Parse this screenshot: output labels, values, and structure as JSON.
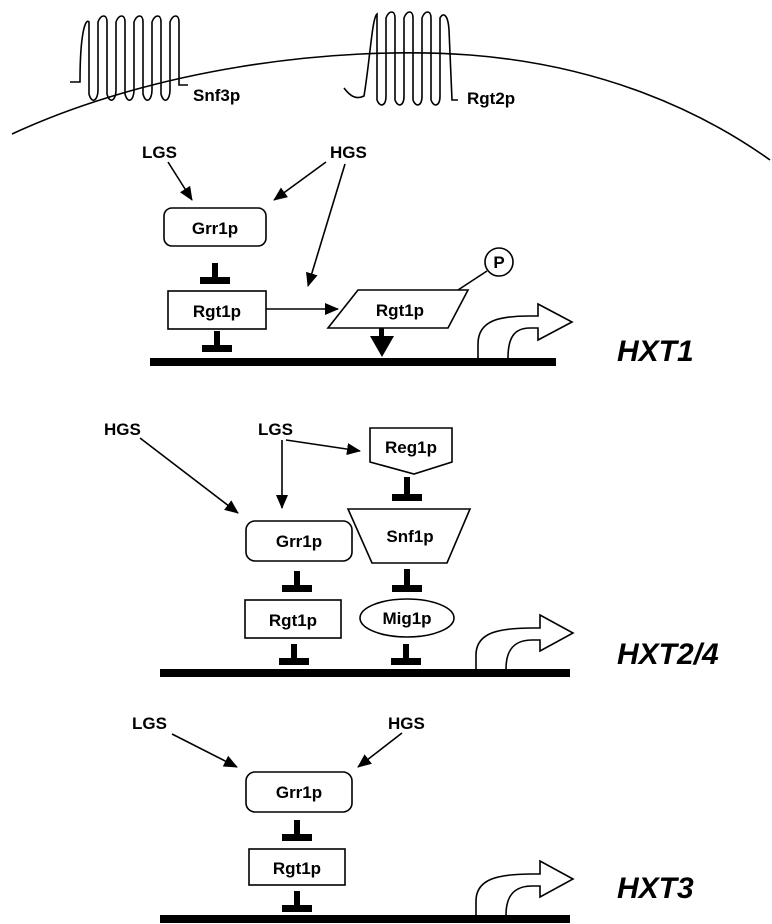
{
  "membrane": {
    "receptors": [
      "Snf3p",
      "Rgt2p"
    ]
  },
  "panel_hxt1": {
    "gene": "HXT1",
    "signals": [
      "LGS",
      "HGS"
    ],
    "proteins": [
      "Grr1p",
      "Rgt1p",
      "Rgt1p"
    ],
    "phospho": "P"
  },
  "panel_hxt24": {
    "gene": "HXT2/4",
    "signals": [
      "HGS",
      "LGS"
    ],
    "proteins": [
      "Reg1p",
      "Grr1p",
      "Snf1p",
      "Rgt1p",
      "Mig1p"
    ]
  },
  "panel_hxt3": {
    "gene": "HXT3",
    "signals": [
      "LGS",
      "HGS"
    ],
    "proteins": [
      "Grr1p",
      "Rgt1p"
    ]
  }
}
